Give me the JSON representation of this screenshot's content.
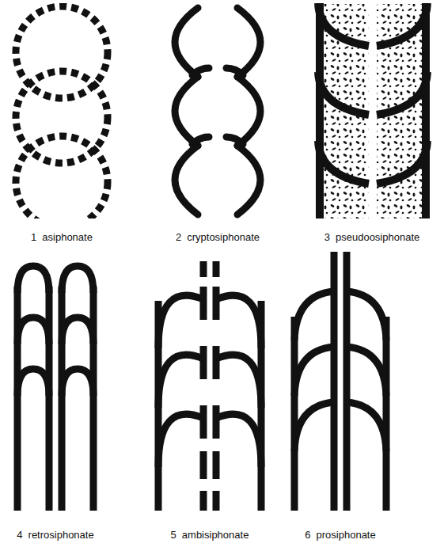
{
  "diagram": {
    "labels": [
      "1",
      "asiphonate",
      "2",
      "cryptosiphonate",
      "3",
      "pseudoosiphonate",
      "4",
      "retrosiphonate",
      "5",
      "ambisiphonate",
      "6",
      "prosiphonate"
    ]
  }
}
